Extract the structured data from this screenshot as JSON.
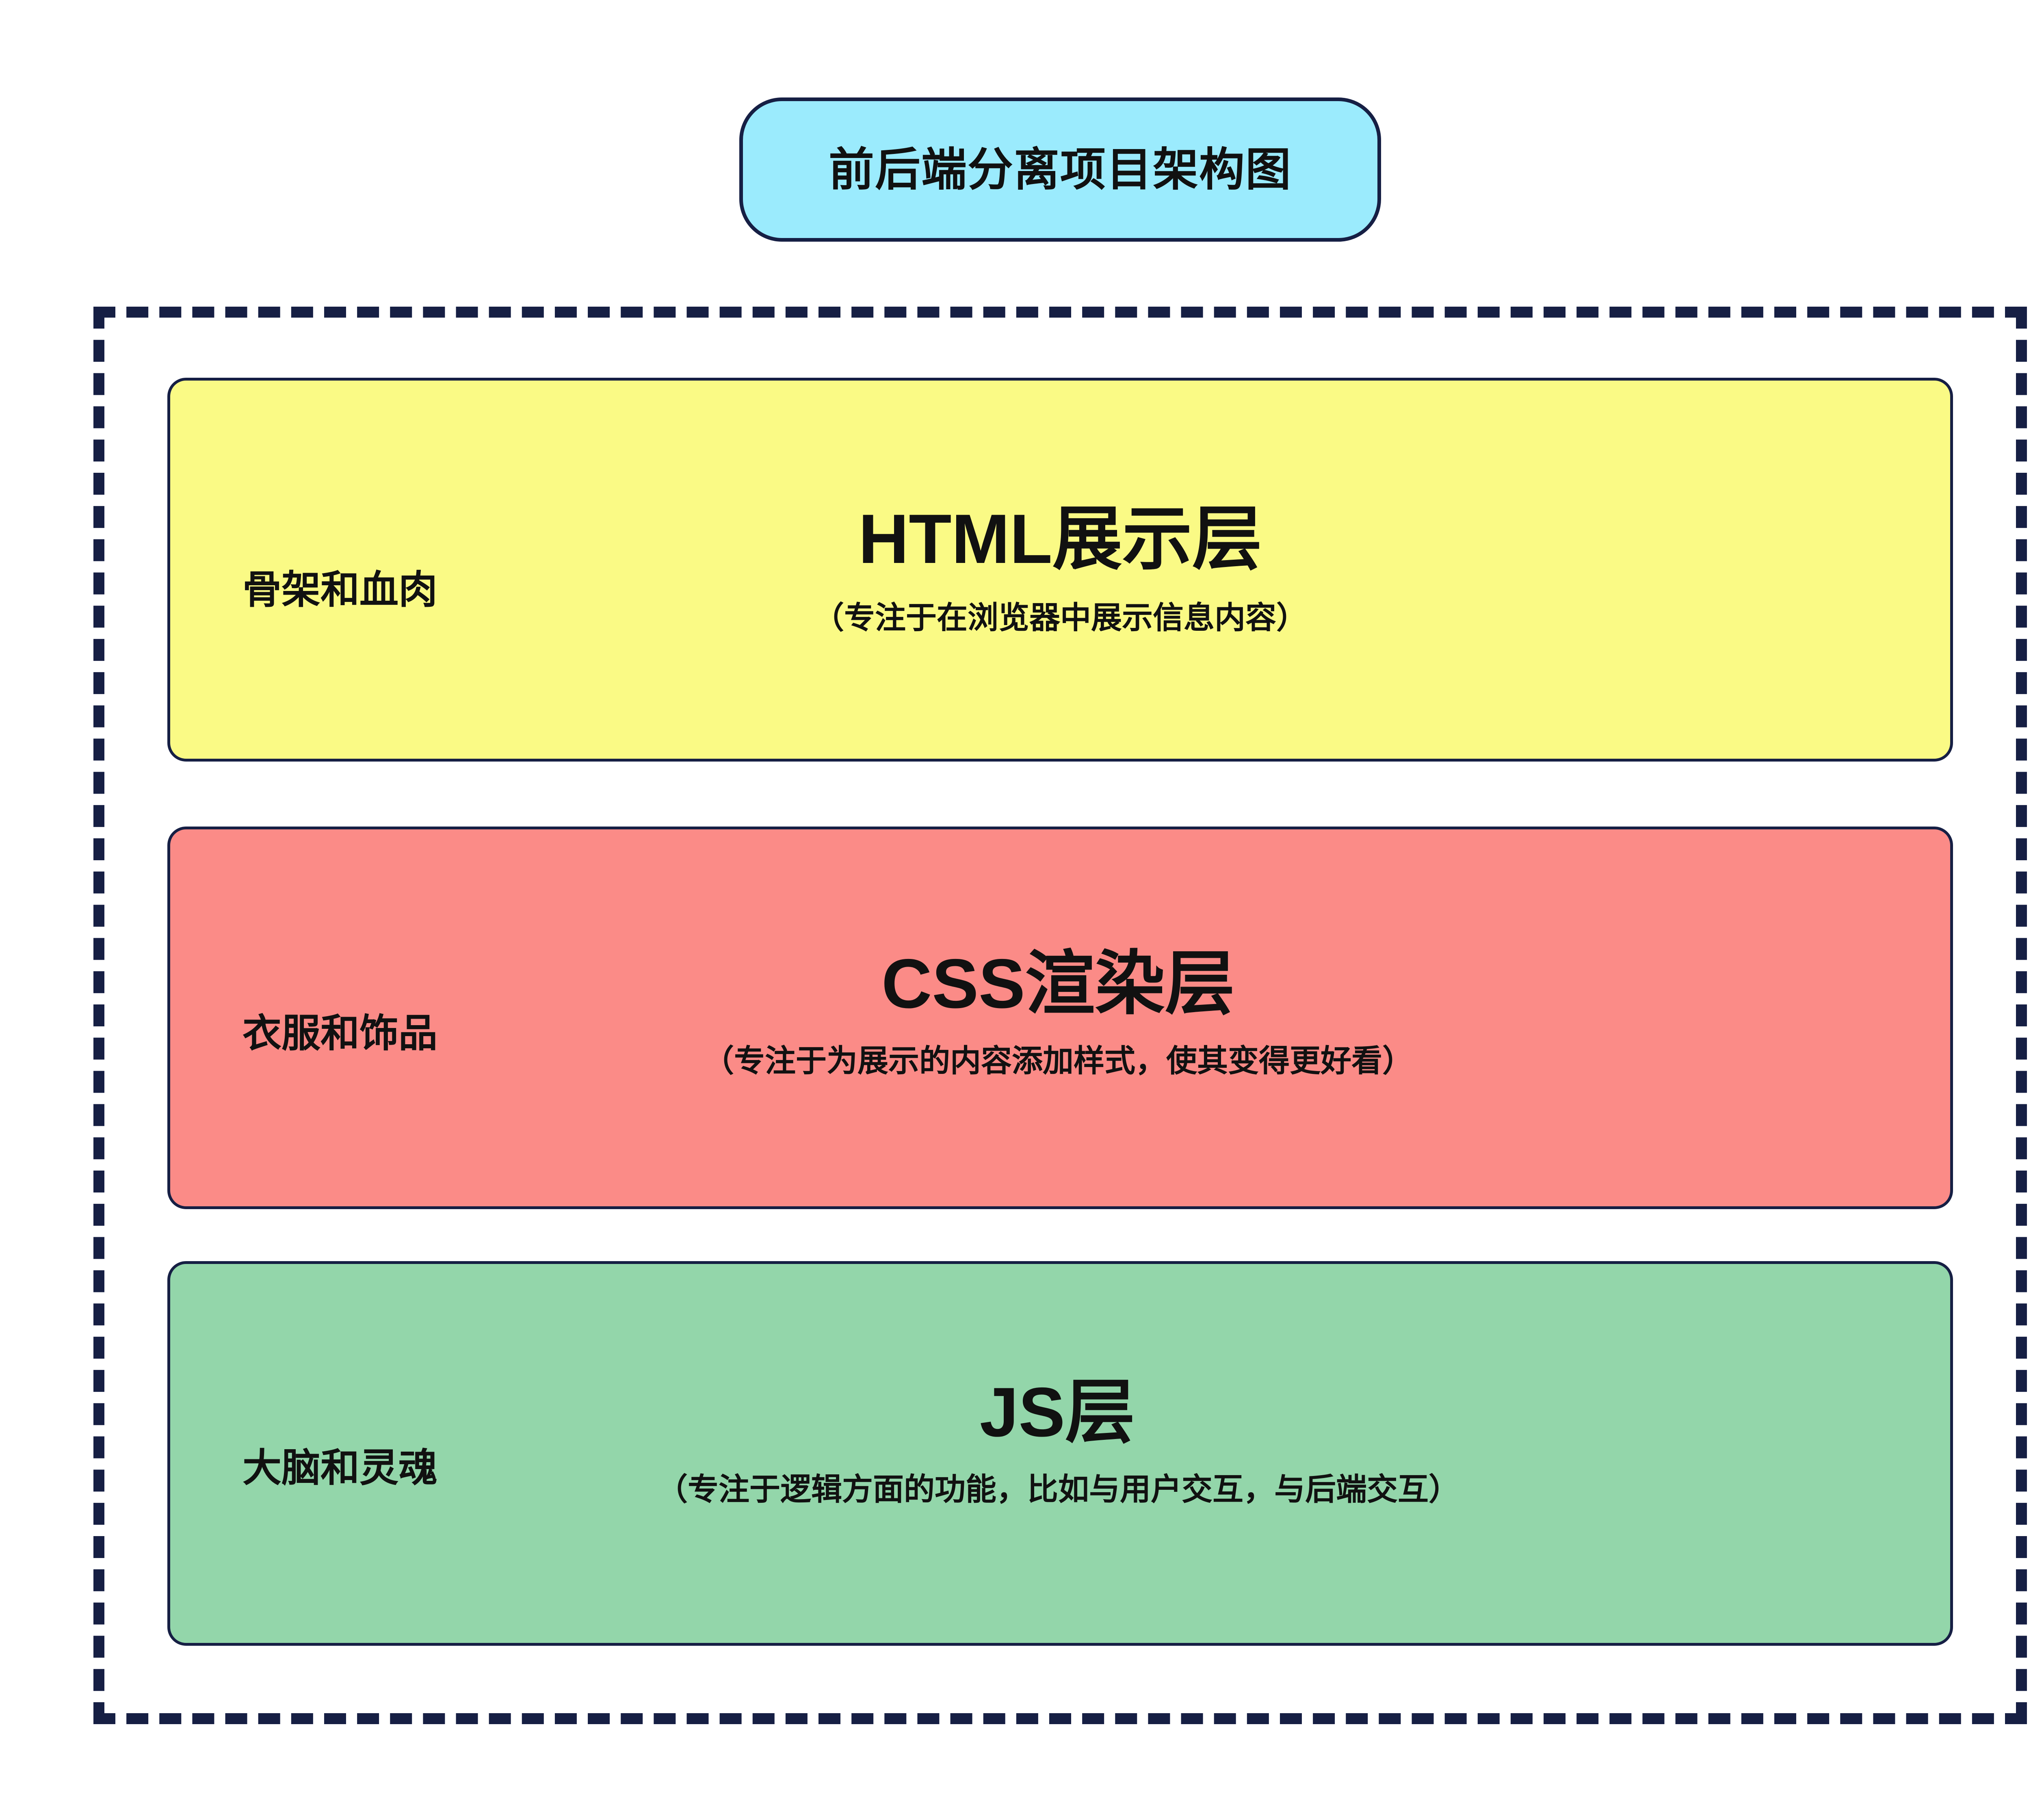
{
  "title": {
    "text": "前后端分离项目架构图",
    "pill_fill": "#9BEBFD",
    "pill_border": "#161F44"
  },
  "container": {
    "border_style": "dashed",
    "border_color": "#161F44"
  },
  "layers": [
    {
      "id": "html",
      "role_label": "骨架和血肉",
      "name": "HTML展示层",
      "note": "（专注于在浏览器中展示信息内容）",
      "fill": "#FAFA85",
      "border": "#161F44"
    },
    {
      "id": "css",
      "role_label": "衣服和饰品",
      "name": "CSS渲染层",
      "note": "（专注于为展示的内容添加样式，使其变得更好看）",
      "fill": "#FB8B87",
      "border": "#161F44"
    },
    {
      "id": "js",
      "role_label": "大脑和灵魂",
      "name": "JS层",
      "note": "（专注于逻辑方面的功能，比如与用户交互，与后端交互）",
      "fill": "#93D6AA",
      "border": "#161F44"
    }
  ]
}
